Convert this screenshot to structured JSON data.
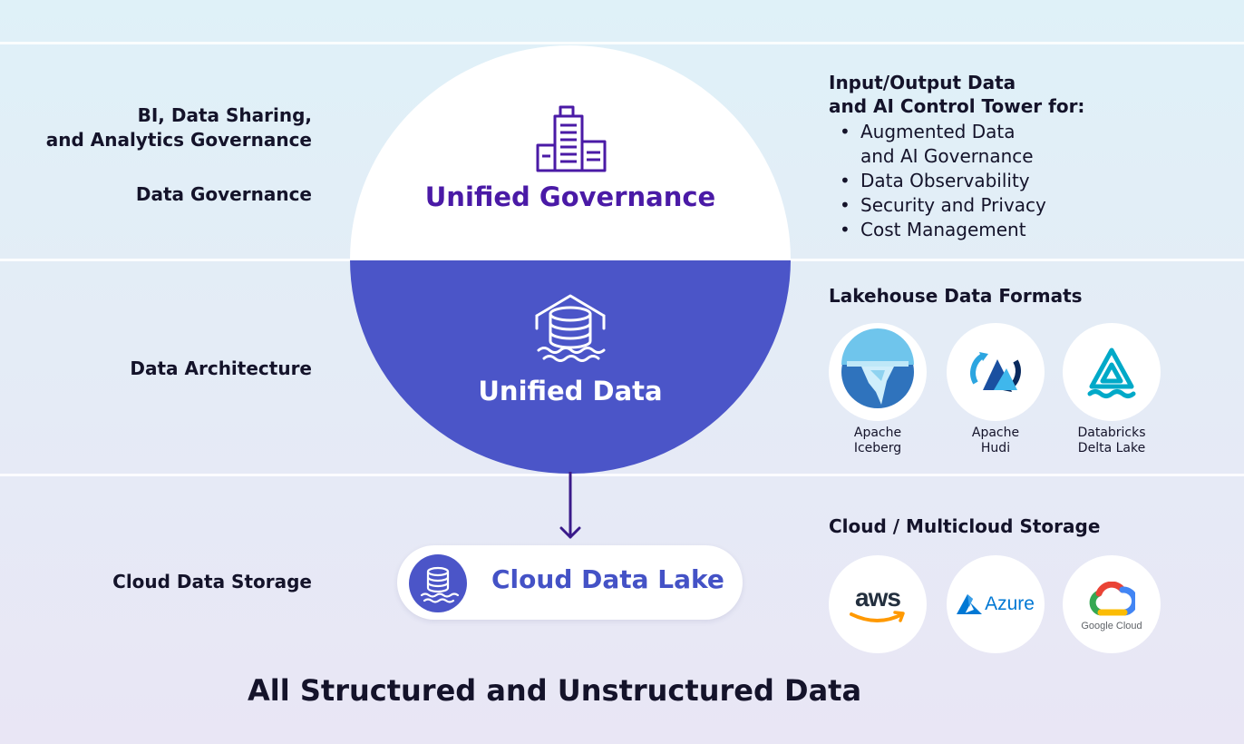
{
  "colors": {
    "purple_dark": "#4a1aa6",
    "indigo": "#4b55c8",
    "white": "#ffffff",
    "text": "#14132a",
    "google_blue": "#4285f4",
    "google_red": "#ea4335",
    "google_yellow": "#fbbc05",
    "google_green": "#34a853",
    "aws_orange": "#ff9900",
    "azure_blue": "#0078d4"
  },
  "left_labels": {
    "bi_governance": "BI, Data Sharing,\nand Analytics Governance",
    "data_governance": "Data Governance",
    "data_architecture": "Data Architecture",
    "cloud_data_storage": "Cloud Data Storage"
  },
  "circle": {
    "top_title": "Unified Governance",
    "top_icon": "building-icon",
    "bottom_title": "Unified Data",
    "bottom_icon": "data-lakehouse-icon"
  },
  "control_tower": {
    "title": "Input/Output Data\nand AI Control Tower for:",
    "items": [
      "Augmented Data\nand AI Governance",
      "Data Observability",
      "Security and Privacy",
      "Cost Management"
    ]
  },
  "lakehouse": {
    "title": "Lakehouse Data Formats",
    "formats": [
      {
        "label": "Apache\nIceberg",
        "icon": "iceberg-icon"
      },
      {
        "label": "Apache\nHudi",
        "icon": "hudi-icon"
      },
      {
        "label": "Databricks\nDelta Lake",
        "icon": "delta-lake-icon"
      }
    ]
  },
  "storage": {
    "title": "Cloud / Multicloud Storage",
    "providers": [
      {
        "label": "aws",
        "icon": "aws-logo-icon"
      },
      {
        "label": "Azure",
        "icon": "azure-logo-icon"
      },
      {
        "label": "Google Cloud",
        "icon": "google-cloud-logo-icon"
      }
    ]
  },
  "cloud_lake": {
    "label": "Cloud Data Lake",
    "icon": "database-icon"
  },
  "footer_title": "All Structured and Unstructured Data"
}
